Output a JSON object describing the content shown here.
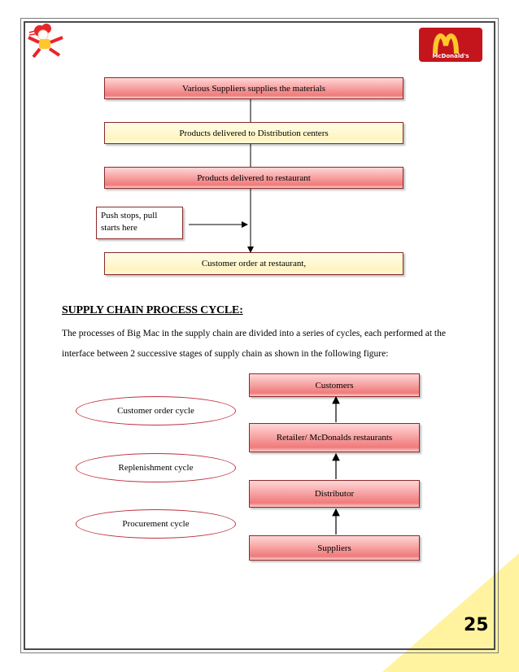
{
  "page_number": "25",
  "logo": {
    "brand_text": "McDonald's"
  },
  "flow": {
    "step1": "Various  Suppliers  supplies  the materials",
    "step2": "Products delivered  to Distribution  centers",
    "step3": "Products delivered  to restaurant",
    "step4": "Customer  order at restaurant,",
    "note": "Push stops, pull starts here"
  },
  "section": {
    "heading": "SUPPLY CHAIN PROCESS CYCLE:",
    "paragraph": "The processes of Big Mac in the supply chain are divided into a series of cycles, each performed at the interface  between 2 successive  stages of supply chain  as shown  in the following  figure:"
  },
  "cycle": {
    "stages": [
      "Customers",
      "Retailer/  McDonalds  restaurants",
      "Distributor",
      "Suppliers"
    ],
    "cycles": [
      "Customer  order cycle",
      "Replenishment  cycle",
      "Procurement  cycle"
    ]
  },
  "colors": {
    "pink_box": "#f07a7a",
    "cream_box": "#fff4c0",
    "corner": "#fff3a0",
    "logo_red": "#c4151c",
    "logo_yellow": "#ffc72c"
  }
}
